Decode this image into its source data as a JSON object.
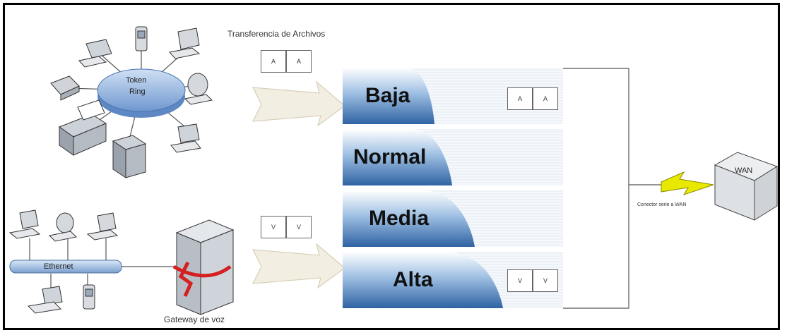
{
  "title": "Transferencia de Archivos",
  "token_ring": {
    "line1": "Token",
    "line2": "Ring"
  },
  "ethernet": "Ethernet",
  "gateway": "Gateway de voz",
  "wan": "WAN",
  "wan_link": "Conector serie a WAN",
  "queues": [
    {
      "label": "Baja"
    },
    {
      "label": "Normal"
    },
    {
      "label": "Media"
    },
    {
      "label": "Alta"
    }
  ],
  "packets_top": [
    "A",
    "A"
  ],
  "packets_bottom": [
    "V",
    "V"
  ],
  "queued_top": [
    "A",
    "A"
  ],
  "queued_bottom": [
    "V",
    "V"
  ],
  "colors": {
    "queue_blue": "#3f6fa8",
    "bolt": "#e8e800",
    "arrow": "#efe9da"
  }
}
